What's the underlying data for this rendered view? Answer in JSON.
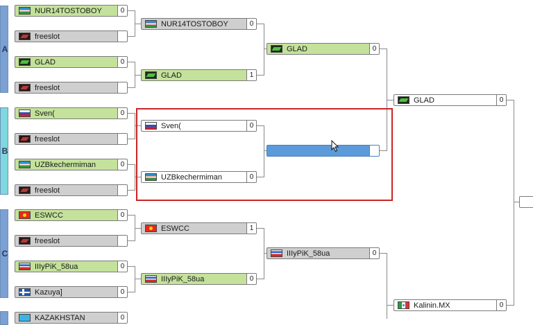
{
  "groups": [
    "A",
    "B",
    "C"
  ],
  "colors": {
    "winner_green": "#c4e29b",
    "loser_gray": "#cfcfcf",
    "selected_blue": "#5b9bdb",
    "group_a": "#7ba0d4",
    "group_b": "#7fd8dd",
    "group_c": "#7ba0d4",
    "highlight_red": "#cc2222"
  },
  "round1": [
    {
      "name": "NUR14TOSTOBOY",
      "score": "0",
      "state": "green",
      "flag": "uz-flag-icon"
    },
    {
      "name": "freeslot",
      "score": "",
      "state": "gray",
      "flag": "unknown-flag-icon"
    },
    {
      "name": "GLAD",
      "score": "0",
      "state": "green",
      "flag": "team-logo-icon"
    },
    {
      "name": "freeslot",
      "score": "",
      "state": "gray",
      "flag": "unknown-flag-icon"
    },
    {
      "name": "Sven(",
      "score": "0",
      "state": "green",
      "flag": "ru-flag-icon"
    },
    {
      "name": "freeslot",
      "score": "",
      "state": "gray",
      "flag": "unknown-flag-icon"
    },
    {
      "name": "UZBkechermiman",
      "score": "0",
      "state": "green",
      "flag": "uz-flag-icon"
    },
    {
      "name": "freeslot",
      "score": "",
      "state": "gray",
      "flag": "unknown-flag-icon"
    },
    {
      "name": "ESWCC",
      "score": "0",
      "state": "green",
      "flag": "kg-flag-icon"
    },
    {
      "name": "freeslot",
      "score": "",
      "state": "gray",
      "flag": "unknown-flag-icon"
    },
    {
      "name": "IIIyPiK_58ua",
      "score": "0",
      "state": "green",
      "flag": "ua-flag-icon"
    },
    {
      "name": "Kazuya]",
      "score": "0",
      "state": "gray",
      "flag": "fi-flag-icon"
    },
    {
      "name": "KAZAKHSTAN",
      "score": "0",
      "state": "gray",
      "flag": "kz-flag-icon"
    }
  ],
  "round2": [
    {
      "name": "NUR14TOSTOBOY",
      "score": "0",
      "state": "gray",
      "flag": "uz-flag-icon"
    },
    {
      "name": "GLAD",
      "score": "1",
      "state": "green",
      "flag": "team-logo-icon"
    },
    {
      "name": "Sven(",
      "score": "0",
      "state": "white",
      "flag": "ru-flag-icon"
    },
    {
      "name": "UZBkechermiman",
      "score": "0",
      "state": "white",
      "flag": "uz-flag-icon"
    },
    {
      "name": "ESWCC",
      "score": "1",
      "state": "gray",
      "flag": "kg-flag-icon"
    },
    {
      "name": "IIIyPiK_58ua",
      "score": "0",
      "state": "green",
      "flag": "ua-flag-icon"
    }
  ],
  "round3": [
    {
      "name": "GLAD",
      "score": "0",
      "state": "green",
      "flag": "team-logo-icon"
    },
    {
      "name": "",
      "score": "",
      "state": "blue",
      "flag": ""
    },
    {
      "name": "IIIyPiK_58ua",
      "score": "0",
      "state": "gray",
      "flag": "ua-flag-icon"
    }
  ],
  "round4": [
    {
      "name": "GLAD",
      "score": "0",
      "state": "white",
      "flag": "team-logo-icon"
    },
    {
      "name": "Kalinin.MX",
      "score": "0",
      "state": "white",
      "flag": "mx-flag-icon"
    }
  ],
  "round5": [
    {
      "name": "",
      "score": "",
      "state": "white",
      "flag": ""
    }
  ]
}
